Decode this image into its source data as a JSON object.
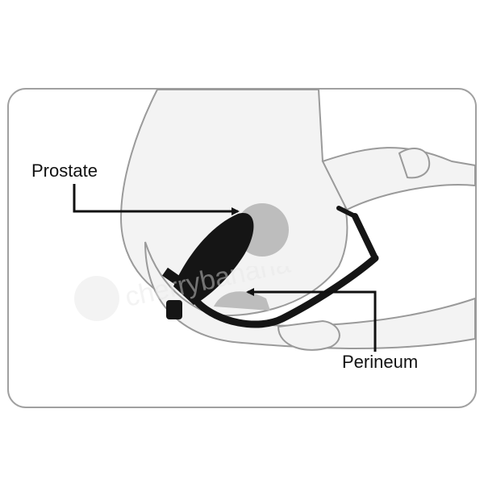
{
  "labels": {
    "prostate": "Prostate",
    "perineum": "Perineum"
  },
  "watermark": "cherrybanana",
  "colors": {
    "frame": "#a0a0a0",
    "body_fill": "#f3f3f3",
    "body_stroke": "#9a9a9a",
    "organ": "#bdbdbd",
    "device": "#151515",
    "arrow": "#111111"
  }
}
